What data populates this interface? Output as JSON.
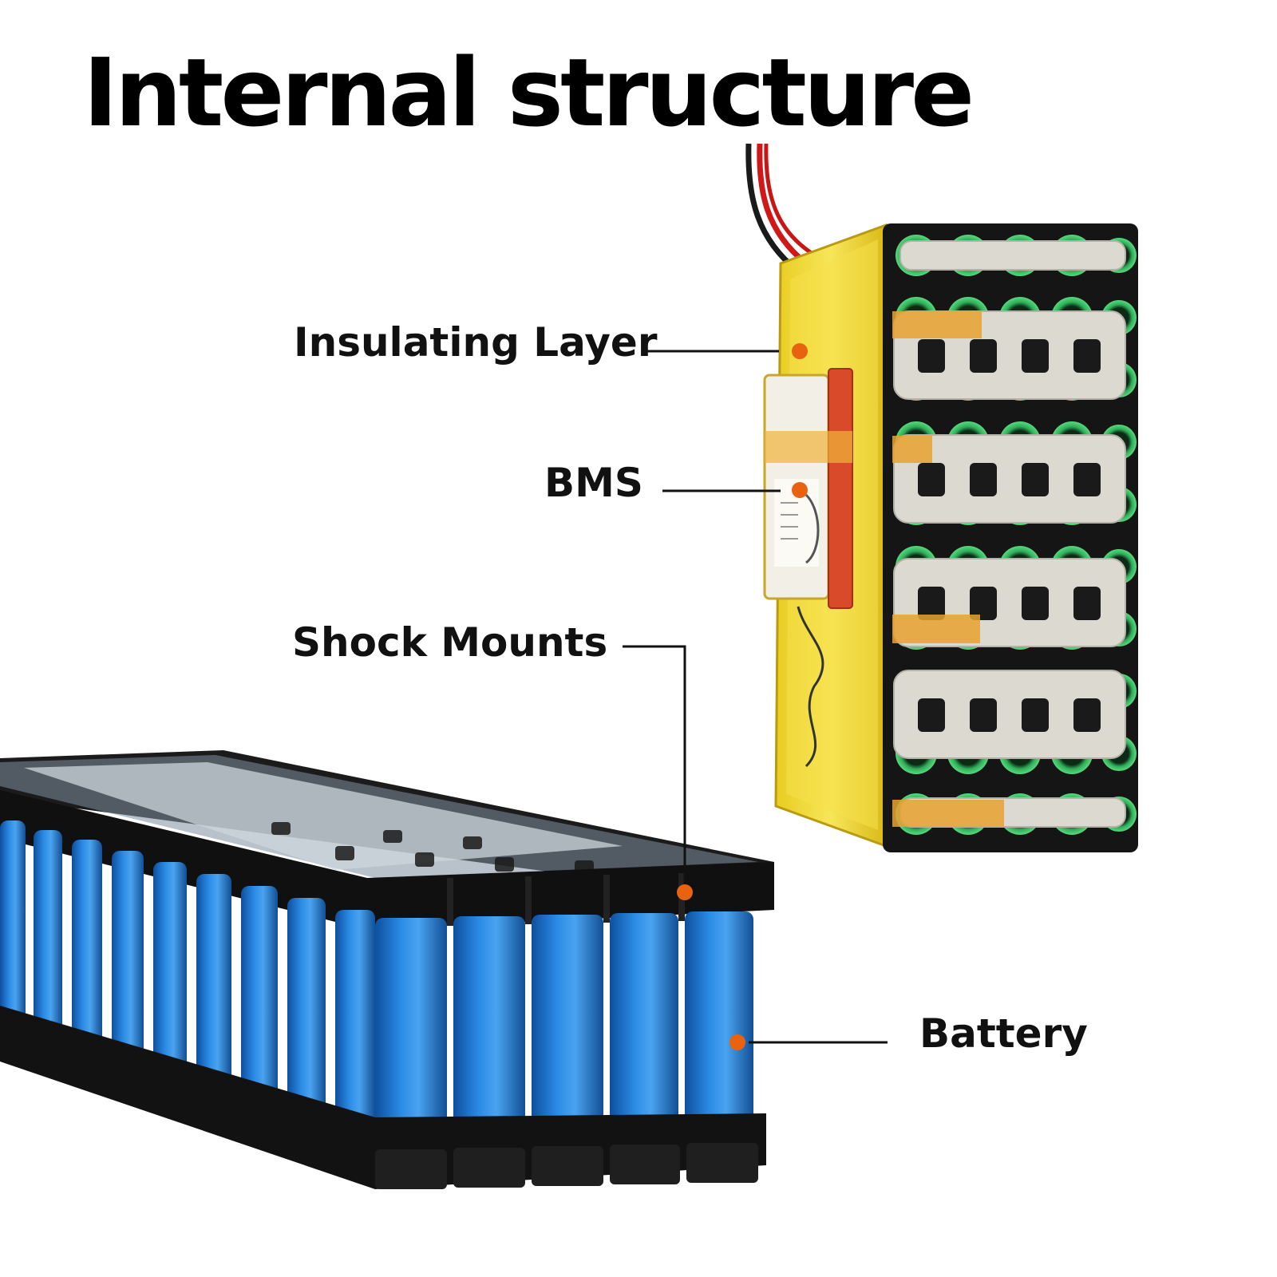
{
  "title": "Internal structure",
  "callouts": {
    "insulating_layer": "Insulating Layer",
    "bms": "BMS",
    "shock_mounts": "Shock Mounts",
    "battery": "Battery"
  },
  "colors": {
    "callout_dot": "#e8620f",
    "cell_blue": "#1f78d1",
    "holder_black": "#161616",
    "insulation_yellow": "#f0dc3a",
    "nickel_strip": "#d9d6cf",
    "cell_green": "#39c26a"
  }
}
